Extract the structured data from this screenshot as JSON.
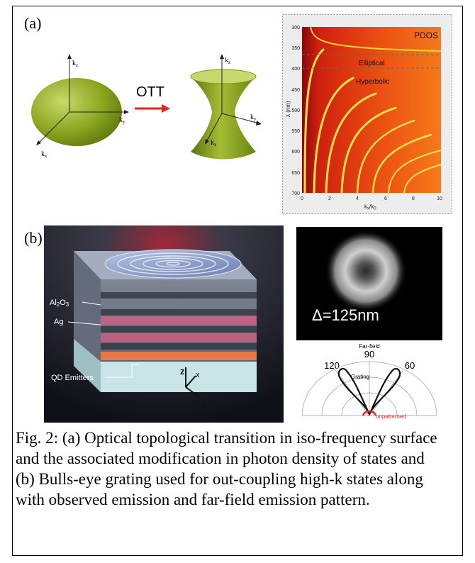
{
  "figure": {
    "panel_a_label": "(a)",
    "panel_b_label": "(b)",
    "ott_label": "OTT",
    "ellipsoid_axes": {
      "kz": "k",
      "kz_sub": "z",
      "ky": "k",
      "ky_sub": "y",
      "kx": "k",
      "kx_sub": "x"
    },
    "hyperboloid_axes": {
      "kz": "k",
      "kz_sub": "z",
      "ky": "k",
      "ky_sub": "y",
      "kx": "k",
      "kx_sub": "x"
    },
    "pdos_plot": {
      "title": "PDOS",
      "region_elliptical": "Elliptical",
      "region_hyperbolic": "Hyperbolic",
      "ylabel": "λ (nm)",
      "xlabel": "k",
      "xlabel_sub1": "x",
      "xlabel_mid": "/k",
      "xlabel_sub2": "0",
      "y_ticks": [
        "300",
        "350",
        "400",
        "450",
        "500",
        "550",
        "600",
        "650",
        "700"
      ],
      "x_ticks": [
        "0",
        "2",
        "4",
        "6",
        "8",
        "10"
      ],
      "colors": {
        "hot": "#ffe14a",
        "mid": "#f25a10",
        "dark": "#c0120c"
      }
    },
    "device_labels": {
      "al2o3": "Al",
      "al2o3_sub1": "2",
      "al2o3_o": "O",
      "al2o3_sub2": "3",
      "ag": "Ag",
      "qd": "QD Emitters",
      "axis_z": "z",
      "axis_x": "x",
      "axis_y": "y"
    },
    "microscope": {
      "label": "Δ=125nm"
    },
    "polar_plot": {
      "title": "Far-field",
      "angle_90": "90",
      "angle_120": "120",
      "angle_60": "60",
      "grating_label": "Grating",
      "unpatterned_label": "unpatterned"
    }
  },
  "caption": "Fig. 2: (a) Optical topological transition in iso-frequency surface and the associated modification in photon density of states and (b) Bulls-eye grating used for out-coupling high-k states along with observed emission and far-field emission pattern."
}
